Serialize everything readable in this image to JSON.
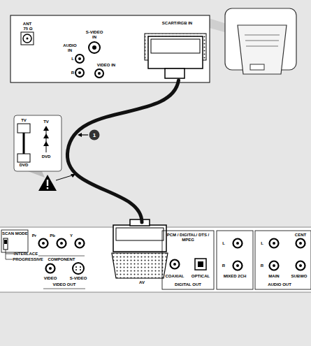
{
  "diagram": {
    "nodes": [
      {
        "text": [
          "SCART/RGB IN"
        ]
      },
      {
        "text": [
          "AV"
        ]
      }
    ],
    "edges": [
      {
        "from": 1,
        "to": 0,
        "arrow": "none"
      }
    ],
    "labels": [
      "ANT",
      "75 Ω",
      "S-VIDEO IN",
      "AUDIO IN",
      "L",
      "R",
      "VIDEO IN",
      "1",
      "TV",
      "DVD",
      "TV",
      "DVD",
      "SCAN MODE",
      "INTERLACE",
      "PROGRESSIVE",
      "Pr",
      "Pb",
      "Y",
      "COMPONENT",
      "VIDEO",
      "S-VIDEO",
      "VIDEO OUT",
      "PCM / DIGITAL/ DTS / MPEG",
      "COAXIAL",
      "OPTICAL",
      "DIGITAL OUT",
      "L",
      "R",
      "MIXED 2CH",
      "L",
      "R",
      "MAIN",
      "SUBWO",
      "CENT",
      "AUDIO OUT"
    ]
  }
}
